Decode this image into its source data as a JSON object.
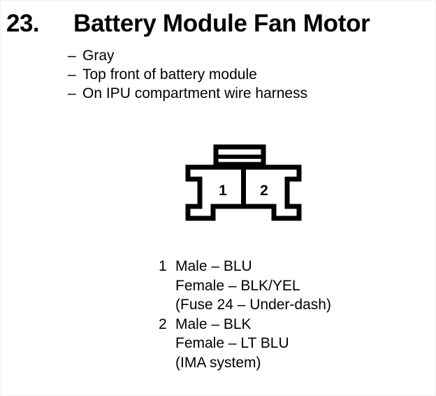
{
  "heading": {
    "number": "23.",
    "title": "Battery Module Fan Motor"
  },
  "attributes": {
    "dash": "–",
    "items": [
      {
        "text": "Gray"
      },
      {
        "text": "Top front of battery module"
      },
      {
        "text": "On IPU compartment wire harness"
      }
    ]
  },
  "connector": {
    "name": "2-pin-connector-diagram",
    "pins": [
      {
        "label": "1"
      },
      {
        "label": "2"
      }
    ],
    "line_color": "#000000",
    "fill_color": "#ffffff"
  },
  "pin_descriptions": [
    {
      "number": "1",
      "lines": [
        "Male – BLU",
        "Female – BLK/YEL",
        "(Fuse 24 – Under-dash)"
      ]
    },
    {
      "number": "2",
      "lines": [
        "Male – BLK",
        "Female – LT BLU",
        "(IMA system)"
      ]
    }
  ]
}
